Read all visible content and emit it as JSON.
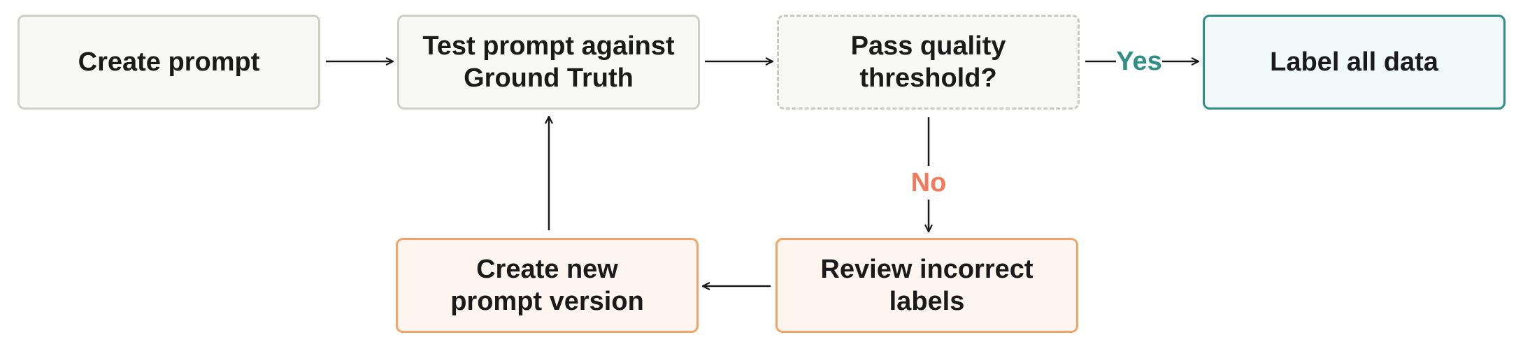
{
  "nodes": {
    "create_prompt": "Create prompt",
    "test_prompt": "Test prompt against\nGround Truth",
    "pass_threshold": "Pass quality\nthreshold?",
    "label_all_data": "Label all data",
    "create_new_version": "Create new\nprompt version",
    "review_incorrect": "Review incorrect\nlabels"
  },
  "edge_labels": {
    "yes": "Yes",
    "no": "No"
  },
  "colors": {
    "yes": "#2f8f85",
    "no": "#f07a5a",
    "success_border": "#2f8f85",
    "warn_border": "#f2a566",
    "neutral_border": "#cfcfc9",
    "arrow": "#1a1a1a"
  }
}
